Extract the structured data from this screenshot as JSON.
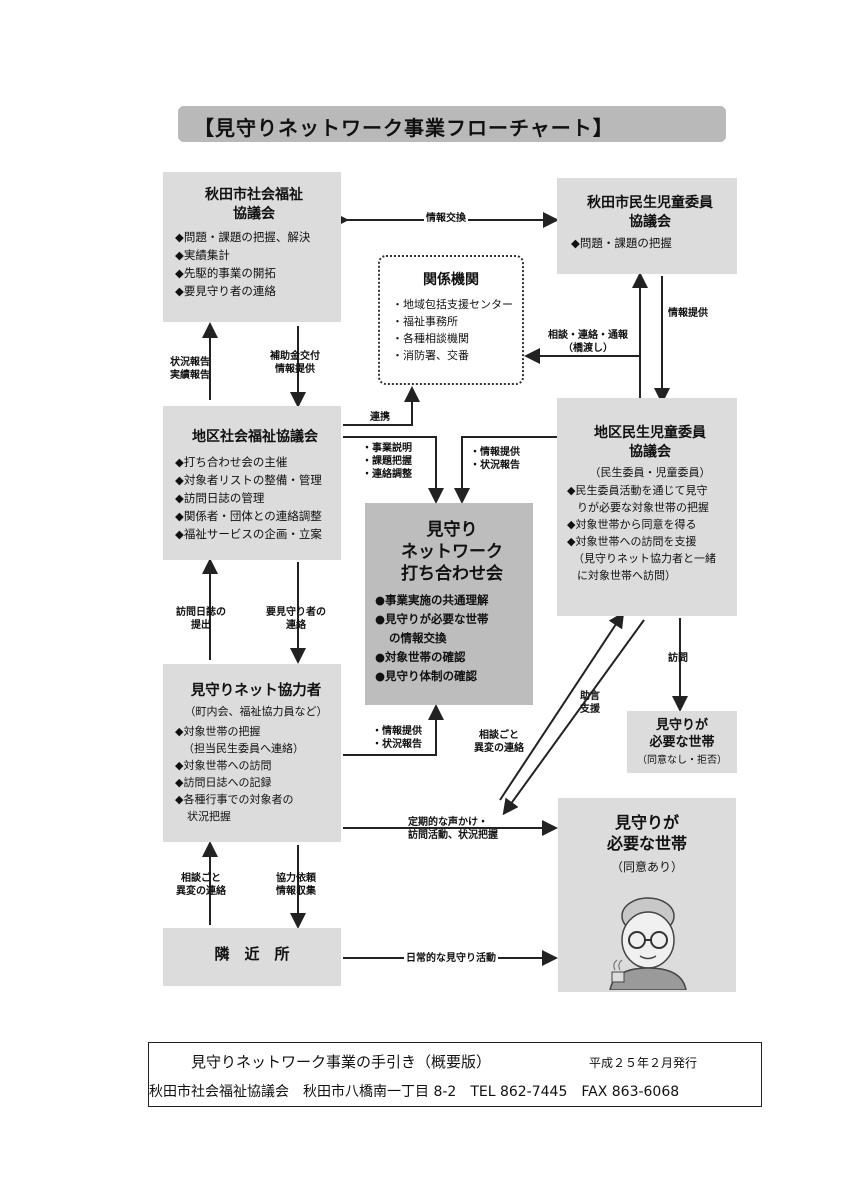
{
  "title": "【見守りネットワーク事業フローチャート】",
  "boxes": {
    "city_council": {
      "title_line1": "秋田市社会福祉",
      "title_line2": "協議会",
      "items": [
        "◆問題・課題の把握、解決",
        "◆実績集計",
        "◆先駆的事業の開拓",
        "◆要見守り者の連絡"
      ]
    },
    "city_minsei": {
      "title_line1": "秋田市民生児童委員",
      "title_line2": "協議会",
      "items": [
        "◆問題・課題の把握"
      ]
    },
    "related_orgs": {
      "title": "関係機関",
      "items": [
        "・地域包括支援センター",
        "・福祉事務所",
        "・各種相談機関",
        "・消防署、交番"
      ]
    },
    "district_council": {
      "title": "地区社会福祉協議会",
      "items": [
        "◆打ち合わせ会の主催",
        "◆対象者リストの整備・管理",
        "◆訪問日誌の管理",
        "◆関係者・団体との連絡調整",
        "◆福祉サービスの企画・立案"
      ]
    },
    "district_minsei": {
      "title_line1": "地区民生児童委員",
      "title_line2": "協議会",
      "subtitle": "（民生委員・児童委員）",
      "items": [
        "◆民生委員活動を通じて見守",
        "りが必要な対象世帯の把握",
        "◆対象世帯から同意を得る",
        "◆対象世帯への訪問を支援",
        "（見守りネット協力者と一緒",
        "に対象世帯へ訪問）"
      ]
    },
    "meeting": {
      "title_line1": "見守り",
      "title_line2": "ネットワーク",
      "title_line3": "打ち合わせ会",
      "items": [
        "●事業実施の共通理解",
        "●見守りが必要な世帯",
        "の情報交換",
        "●対象世帯の確認",
        "●見守り体制の確認"
      ]
    },
    "cooperator": {
      "title": "見守りネット協力者",
      "subtitle": "（町内会、福祉協力員など）",
      "items": [
        "◆対象世帯の把握",
        "（担当民生委員へ連絡）",
        "◆対象世帯への訪問",
        "◆訪問日誌への記録",
        "◆各種行事での対象者の",
        "状況把握"
      ]
    },
    "household_no": {
      "title_line1": "見守りが",
      "title_line2": "必要な世帯",
      "note": "（同意なし・拒否）"
    },
    "household_yes": {
      "title_line1": "見守りが",
      "title_line2": "必要な世帯",
      "note": "（同意あり）"
    },
    "neighbors": {
      "title": "隣　近　所"
    }
  },
  "labels": {
    "info_exchange": "情報交換",
    "info_provide": "情報提供",
    "consult": "相談・連絡・通報",
    "consult2": "（橋渡し）",
    "status_report": "状況報告",
    "results_report": "実績報告",
    "subsidy": "補助金交付",
    "info_provide2": "情報提供",
    "cooperation": "連携",
    "explain1": "・事業説明",
    "explain2": "・課題把握",
    "explain3": "・連絡調整",
    "info_status1": "・情報提供",
    "info_status2": "・状況報告",
    "diary1": "訪問日誌の",
    "diary2": "提出",
    "need_contact1": "要見守り者の",
    "need_contact2": "連絡",
    "coop_info1": "・情報提供",
    "coop_info2": "・状況報告",
    "advice1": "助言",
    "advice2": "支援",
    "consult_each1": "相談ごと",
    "consult_each2": "異変の連絡",
    "visit": "訪問",
    "regular1": "定期的な声かけ・",
    "regular2": "訪問活動、状況把握",
    "neighbor_consult1": "相談ごと",
    "neighbor_consult2": "異変の連絡",
    "request1": "協力依頼",
    "request2": "情報収集",
    "daily": "日常的な見守り活動"
  },
  "footer": {
    "line1": "見守りネットワーク事業の手引き（概要版）",
    "issued": "平成２５年２月発行",
    "line2": "秋田市社会福祉協議会　秋田市八橋南一丁目 8-2　TEL 862-7445　FAX 863-6068"
  },
  "colors": {
    "box": "#dcdcdc",
    "box_dark": "#bdbdbd",
    "title_bar": "#b9b9b9"
  }
}
